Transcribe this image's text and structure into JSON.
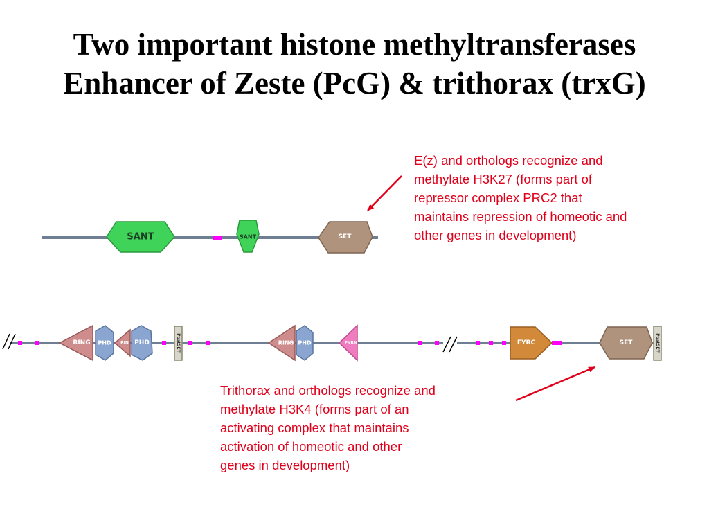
{
  "title": {
    "line1": "Two important histone methyltransferases",
    "line2": "Enhancer of Zeste (PcG) & trithorax (trxG)"
  },
  "annotations": {
    "ez": [
      "E(z) and orthologs recognize and",
      "methylate H3K27 (forms part of",
      "repressor complex PRC2 that",
      "maintains repression of homeotic and",
      "other genes in development)"
    ],
    "trx": [
      "Trithorax and orthologs recognize and",
      "methylate H3K4 (forms part of an",
      "activating complex that maintains",
      "activation of homeotic and other",
      "genes in development)"
    ]
  },
  "domains": {
    "sant": "SANT",
    "set": "SET",
    "ring": "RING",
    "phd": "PHD",
    "ring_short": "RIN",
    "postset": "PostSET",
    "fyrn": "FYRN",
    "fyrc": "FYRC"
  },
  "colors": {
    "annotation_text": "#e0001b",
    "backbone": "#6e7f93",
    "linker": "#ff00ff",
    "sant": "#3fd35a",
    "set": "#b0937c",
    "ring": "#cf8c8c",
    "phd": "#8aa6d0",
    "fyrn": "#f07cc0",
    "fyrc": "#d28a3a",
    "postset": "#d8d6c8"
  }
}
